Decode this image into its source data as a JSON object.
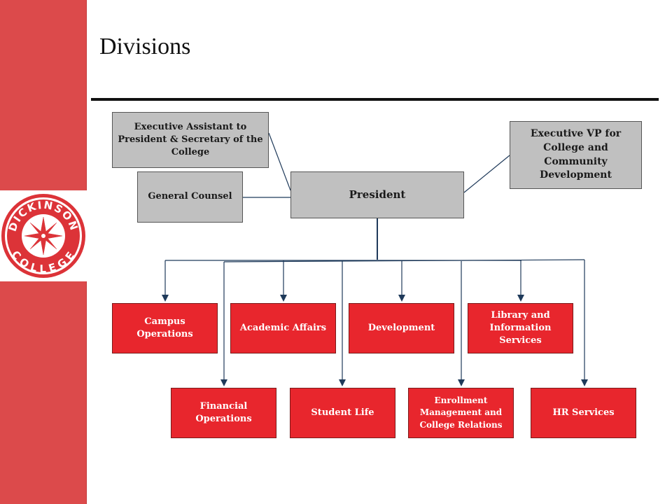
{
  "title": "Divisions",
  "colors": {
    "sidebar": "#dc4a4b",
    "box_red": "#e8262d",
    "box_grey": "#c0c0c0",
    "line": "#1f3a5a"
  },
  "logo": {
    "top_text": "DICKINSON",
    "bottom_text": "COLLEGE"
  },
  "boxes": {
    "exec_assistant": "Executive Assistant to President & Secretary of the College",
    "general_counsel": "General Counsel",
    "president": "President",
    "exec_vp": "Executive VP for College and Community Development",
    "campus_operations": "Campus Operations",
    "academic_affairs": "Academic Affairs",
    "development": "Development",
    "library": "Library and Information Services",
    "financial_operations": "Financial Operations",
    "student_life": "Student Life",
    "enrollment": "Enrollment Management and College Relations",
    "hr_services": "HR Services"
  }
}
